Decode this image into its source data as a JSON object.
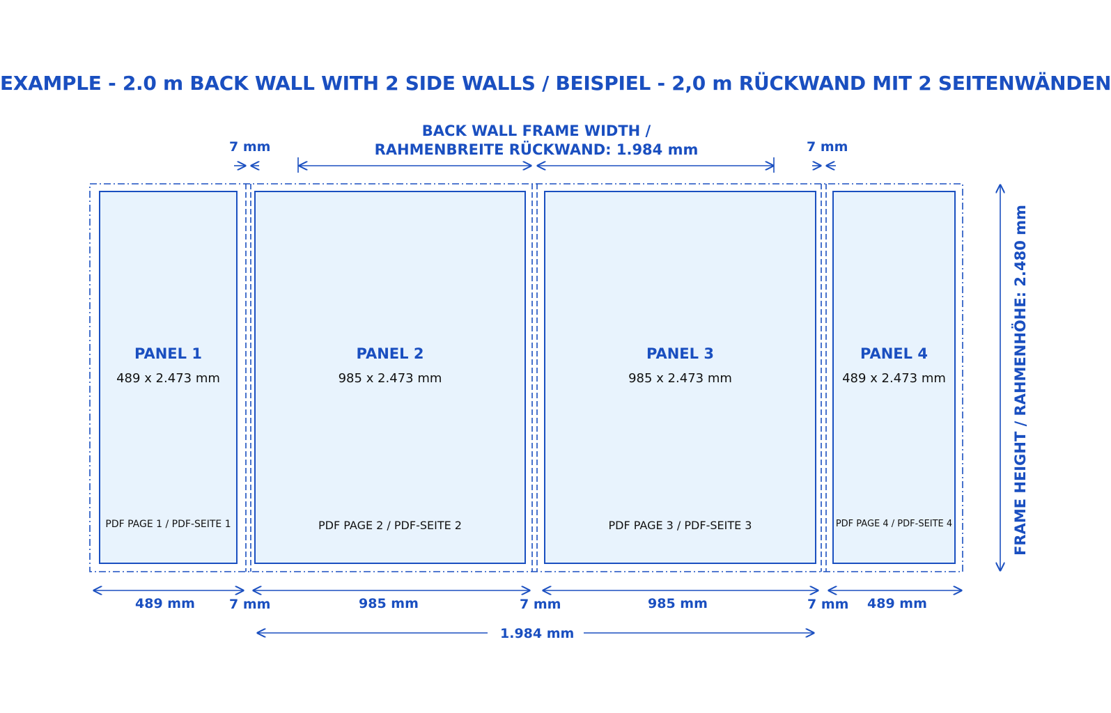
{
  "title": "EXAMPLE - 2.0 m BACK WALL WITH 2 SIDE WALLS / BEISPIEL - 2,0 m RÜCKWAND MIT 2 SEITENWÄNDEN",
  "back_wall": {
    "line1": "BACK WALL FRAME WIDTH /",
    "line2": "RAHMENBREITE RÜCKWAND: 1.984 mm"
  },
  "gap_label": "7 mm",
  "frame_height": "FRAME HEIGHT / RAHMENHÖHE: 2.480 mm",
  "panels": [
    {
      "title": "PANEL 1",
      "size": "489 x 2.473 mm",
      "pdf": "PDF PAGE 1 / PDF-SEITE 1"
    },
    {
      "title": "PANEL 2",
      "size": "985 x 2.473 mm",
      "pdf": "PDF PAGE 2 / PDF-SEITE 2"
    },
    {
      "title": "PANEL 3",
      "size": "985 x 2.473 mm",
      "pdf": "PDF PAGE 3 / PDF-SEITE 3"
    },
    {
      "title": "PANEL 4",
      "size": "489 x 2.473 mm",
      "pdf": "PDF PAGE 4 / PDF-SEITE 4"
    }
  ],
  "bottom_dims": {
    "p1": "489 mm",
    "g1": "7 mm",
    "p2": "985 mm",
    "g2": "7 mm",
    "p3": "985 mm",
    "g3": "7 mm",
    "p4": "489 mm",
    "total": "1.984 mm"
  },
  "colors": {
    "accent": "#1a4fc0",
    "panel_fill": "#e8f3fd"
  }
}
